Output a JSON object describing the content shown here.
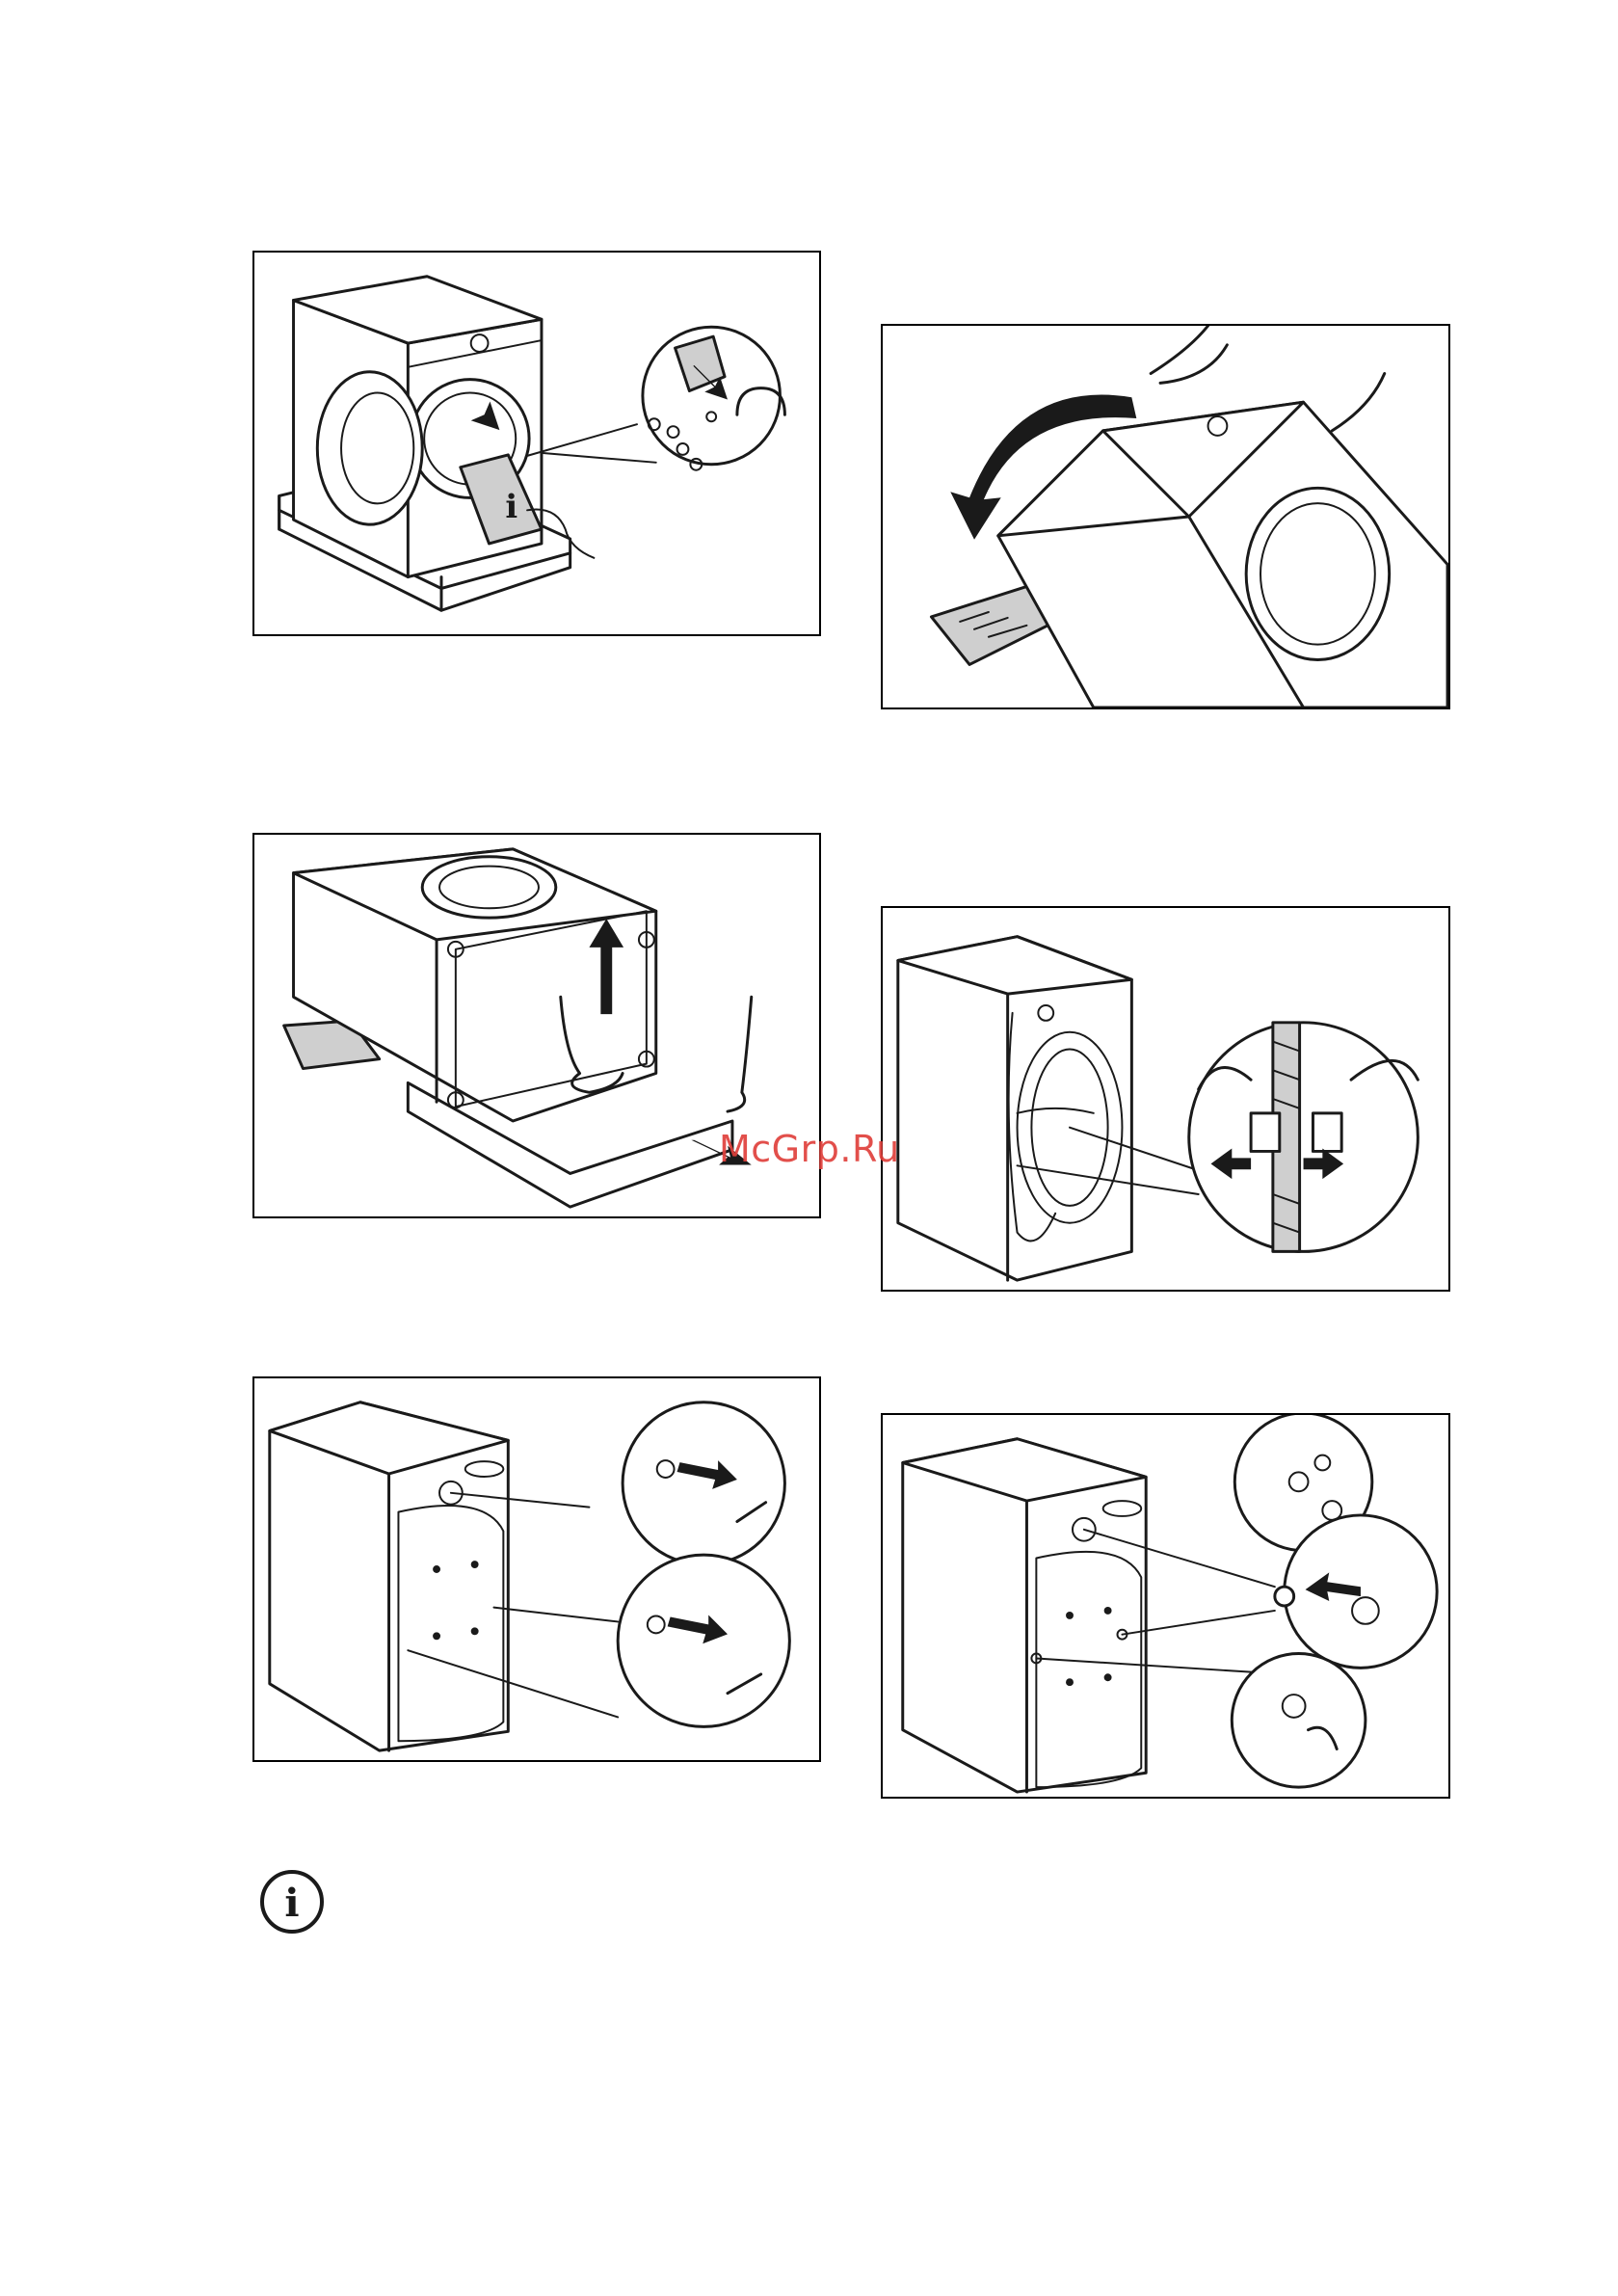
{
  "page": {
    "background": "#ffffff",
    "panel_border_color": "#000000",
    "watermark": {
      "text": "McGrp.Ru",
      "color": "#e0413c"
    }
  },
  "figures": [
    {
      "id": "unpack-accessories",
      "icon": "info-bag-icon"
    },
    {
      "id": "tilt-appliance",
      "icon": "curved-arrow-icon"
    },
    {
      "id": "remove-base",
      "icon": "arrow-up-icon"
    },
    {
      "id": "release-hose",
      "icon": "double-arrow-icon"
    },
    {
      "id": "remove-transit-bolts",
      "icon": "wrench-icon"
    },
    {
      "id": "fit-plastic-caps",
      "icon": "arrow-icon"
    }
  ],
  "note": {
    "icon": "info-icon",
    "glyph": "i"
  }
}
